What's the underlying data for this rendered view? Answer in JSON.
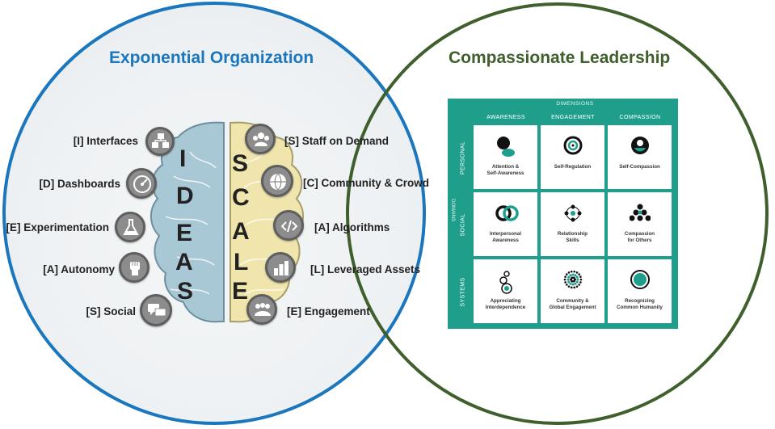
{
  "left_circle": {
    "title": "Exponential Organization",
    "color": "#1b77bd",
    "ideas_letters": [
      "I",
      "D",
      "E",
      "A",
      "S"
    ],
    "scale_letters": [
      "S",
      "C",
      "A",
      "L",
      "E"
    ],
    "ideas_items": [
      {
        "label": "[I] Interfaces",
        "icon": "interfaces-icon"
      },
      {
        "label": "[D] Dashboards",
        "icon": "dashboard-gauge-icon"
      },
      {
        "label": "[E] Experimentation",
        "icon": "flask-icon"
      },
      {
        "label": "[A] Autonomy",
        "icon": "fist-icon"
      },
      {
        "label": "[S] Social",
        "icon": "chat-bubbles-icon"
      }
    ],
    "scale_items": [
      {
        "label": "[S] Staff on Demand",
        "icon": "people-group-icon"
      },
      {
        "label": "[C] Community & Crowd",
        "icon": "crowd-globe-icon"
      },
      {
        "label": "[A] Algorithms",
        "icon": "code-icon"
      },
      {
        "label": "[L] Leveraged Assets",
        "icon": "bar-chart-icon"
      },
      {
        "label": "[E] Engagement",
        "icon": "engagement-people-icon"
      }
    ]
  },
  "right_circle": {
    "title": "Compassionate Leadership",
    "color": "#3f5f2c",
    "framework": {
      "dimensions_title": "DIMENSIONS",
      "domains_title": "DOMAINS",
      "columns": [
        "AWARENESS",
        "ENGAGEMENT",
        "COMPASSION"
      ],
      "rows": [
        "PERSONAL",
        "SOCIAL",
        "SYSTEMS"
      ],
      "panel_color": "#1f9f8b",
      "cells": [
        {
          "label": "Attention &\nSelf-Awareness",
          "icon": "attention-icon"
        },
        {
          "label": "Self-Regulation",
          "icon": "spiral-icon"
        },
        {
          "label": "Self-Compassion",
          "icon": "self-compassion-icon"
        },
        {
          "label": "Interpersonal\nAwareness",
          "icon": "interlinked-rings-icon"
        },
        {
          "label": "Relationship\nSkills",
          "icon": "network-icon"
        },
        {
          "label": "Compassion\nfor Others",
          "icon": "pyramid-dots-icon"
        },
        {
          "label": "Appreciating\nInterdependence",
          "icon": "chain-circles-icon"
        },
        {
          "label": "Community &\nGlobal Engagement",
          "icon": "dot-ring-icon"
        },
        {
          "label": "Recognizing\nCommon Humanity",
          "icon": "concentric-circle-icon"
        }
      ]
    }
  }
}
